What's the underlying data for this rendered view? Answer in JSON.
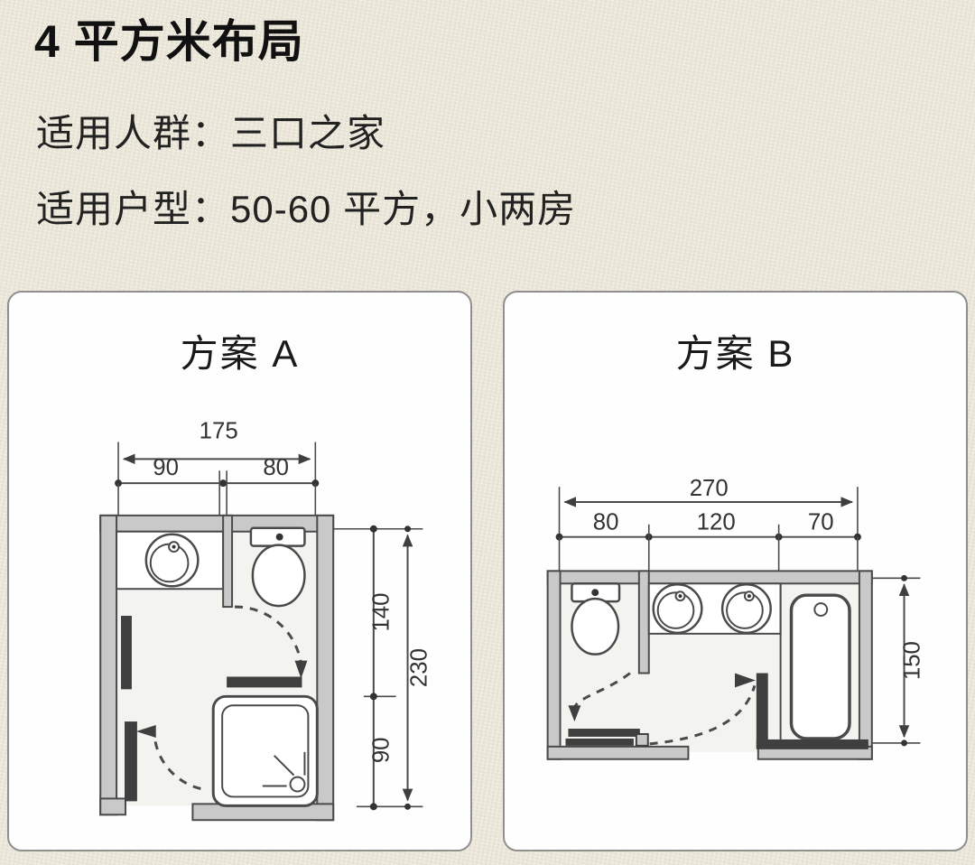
{
  "colors": {
    "background": "#ede9dc",
    "panel_bg": "#fefefe",
    "panel_border": "#8f8f8f",
    "line": "#4a4a4a",
    "wall_fill": "#c9c9c9",
    "door_leaf_fill": "#3f3f3f",
    "text": "#1c1c1c"
  },
  "header": {
    "title": "4 平方米布局",
    "audience_line": "适用人群：三口之家",
    "housetype_line": "适用户型：50-60 平方，小两房"
  },
  "plan_a": {
    "title": "方案 A",
    "dims": {
      "total_w": "175",
      "w1": "90",
      "w2": "80",
      "total_h": "230",
      "h1": "140",
      "h2": "90"
    },
    "fixtures": [
      "washbasin-counter",
      "toilet",
      "shower-enclosure",
      "entry-door",
      "door-swing-arcs"
    ]
  },
  "plan_b": {
    "title": "方案 B",
    "dims": {
      "total_w": "270",
      "w1": "80",
      "w2": "120",
      "w3": "70",
      "total_h": "150"
    },
    "fixtures": [
      "toilet",
      "double-washbasin-counter",
      "bathtub",
      "entry-door",
      "door-swing-arcs"
    ]
  }
}
